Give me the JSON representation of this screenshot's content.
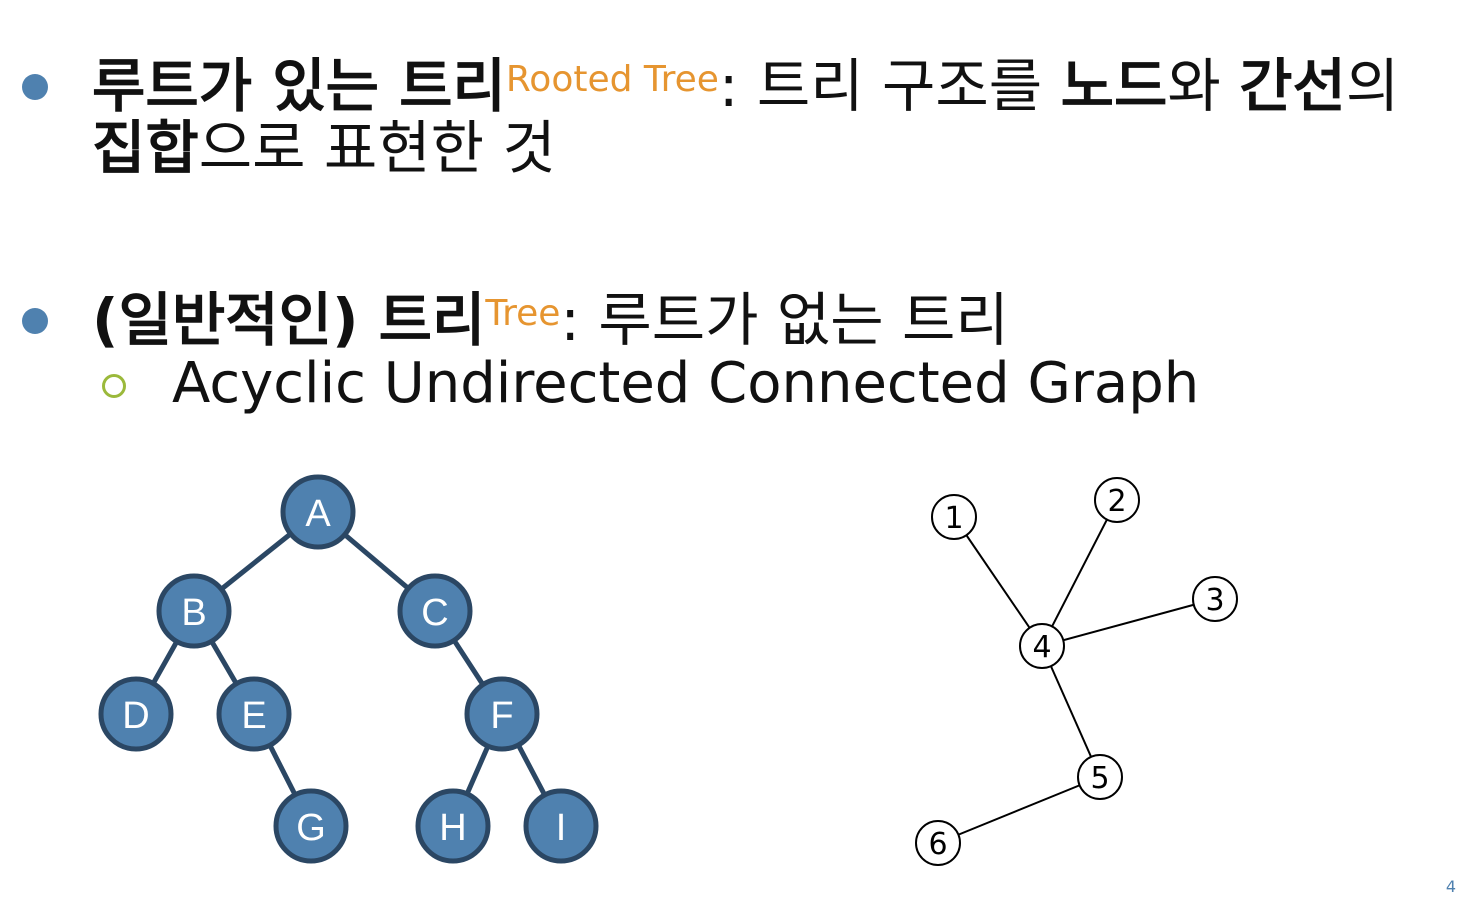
{
  "bullet1": {
    "term": "루트가 있는 트리",
    "term_en": "Rooted Tree",
    "text_a": ": 트리 구조를 ",
    "bold_node": "노드",
    "text_b": "와 ",
    "bold_edge": "간선",
    "text_c": "의",
    "bold_set": "집합",
    "text_d": "으로 표현한 것"
  },
  "bullet2": {
    "term": "(일반적인) 트리",
    "term_en": "Tree",
    "text": ": 루트가 없는 트리",
    "sub": "Acyclic Undirected Connected Graph"
  },
  "rooted_tree": {
    "node_color": "#4f81af",
    "border_color": "#2b4764",
    "nodes": [
      {
        "id": "A",
        "label": "A"
      },
      {
        "id": "B",
        "label": "B"
      },
      {
        "id": "C",
        "label": "C"
      },
      {
        "id": "D",
        "label": "D"
      },
      {
        "id": "E",
        "label": "E"
      },
      {
        "id": "F",
        "label": "F"
      },
      {
        "id": "G",
        "label": "G"
      },
      {
        "id": "H",
        "label": "H"
      },
      {
        "id": "I",
        "label": "I"
      }
    ],
    "edges": [
      [
        "A",
        "B"
      ],
      [
        "A",
        "C"
      ],
      [
        "B",
        "D"
      ],
      [
        "B",
        "E"
      ],
      [
        "C",
        "F"
      ],
      [
        "E",
        "G"
      ],
      [
        "F",
        "H"
      ],
      [
        "F",
        "I"
      ]
    ]
  },
  "free_tree": {
    "nodes": [
      {
        "id": "1",
        "label": "1"
      },
      {
        "id": "2",
        "label": "2"
      },
      {
        "id": "3",
        "label": "3"
      },
      {
        "id": "4",
        "label": "4"
      },
      {
        "id": "5",
        "label": "5"
      },
      {
        "id": "6",
        "label": "6"
      }
    ],
    "edges": [
      [
        "1",
        "4"
      ],
      [
        "2",
        "4"
      ],
      [
        "3",
        "4"
      ],
      [
        "4",
        "5"
      ],
      [
        "5",
        "6"
      ]
    ]
  },
  "colors": {
    "bullet": "#4f81af",
    "accent": "#e69530",
    "sub_bullet": "#9bb93b"
  },
  "page_number": "4"
}
